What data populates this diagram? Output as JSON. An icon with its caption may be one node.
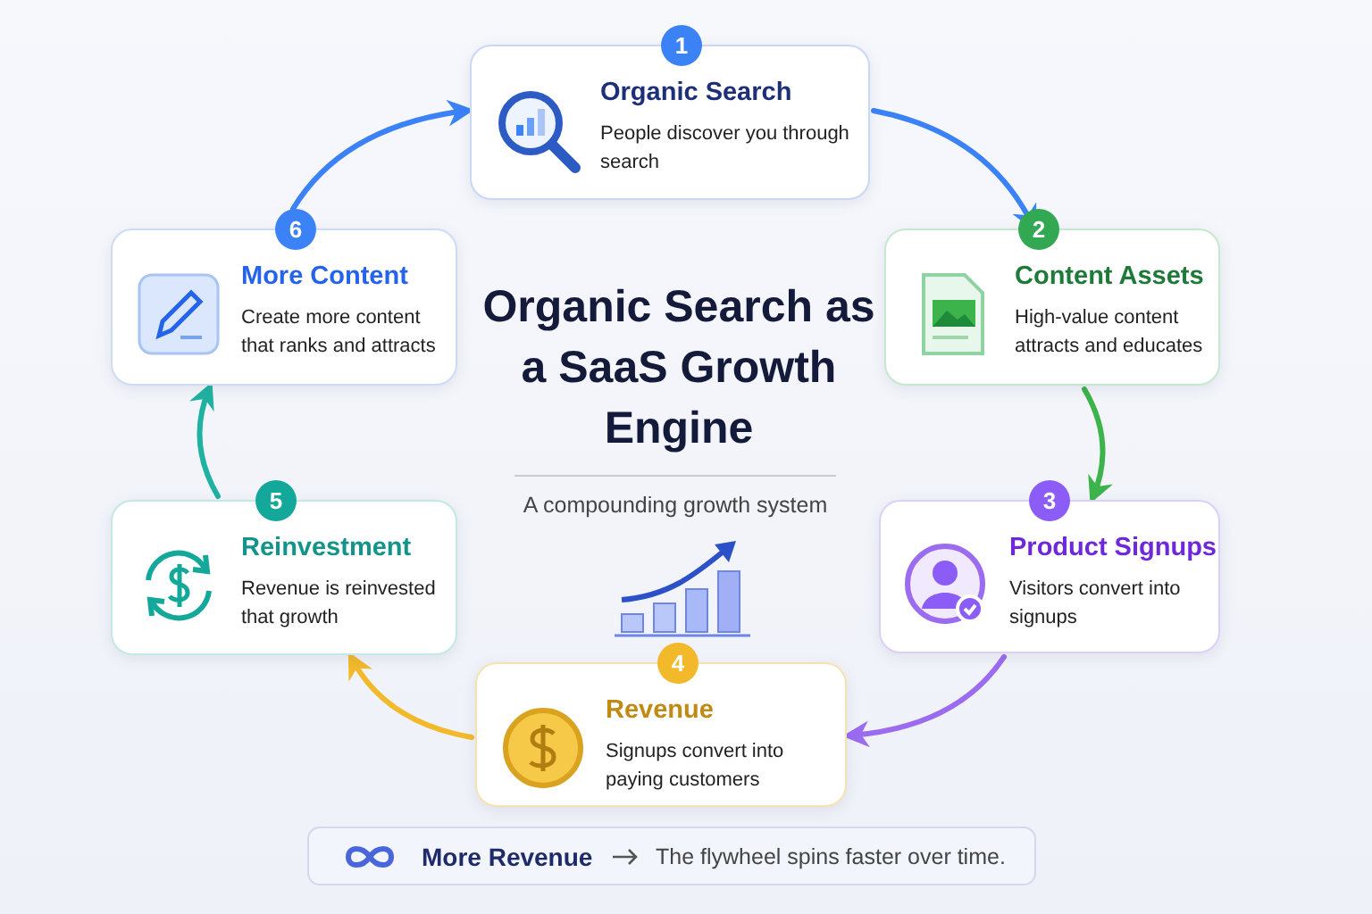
{
  "diagram": {
    "title": "Organic Search as a SaaS Growth Engine",
    "caption": "A compounding growth system",
    "nodes": [
      {
        "text": [
          "1",
          "Organic Search",
          "People discover you through search"
        ]
      },
      {
        "text": [
          "2",
          "Content Assets",
          "High-value content attracts and educates"
        ]
      },
      {
        "text": [
          "3",
          "Product Signups",
          "Visitors convert into signups"
        ]
      },
      {
        "text": [
          "4",
          "Revenue",
          "Signups convert into paying customers"
        ]
      },
      {
        "text": [
          "5",
          "Reinvestment",
          "Revenue is reinvested that growth"
        ]
      },
      {
        "text": [
          "6",
          "More Content",
          "Create more content that ranks and attracts"
        ]
      },
      {
        "text": [
          "More Revenue",
          "The flywheel spins faster over time."
        ]
      }
    ],
    "edges": [
      {
        "from": 0,
        "to": 1,
        "arrow": "to",
        "color": "#3b82f6"
      },
      {
        "from": 1,
        "to": 2,
        "arrow": "to",
        "color": "#3cb44b"
      },
      {
        "from": 2,
        "to": 3,
        "arrow": "to",
        "color": "#9b6cf0"
      },
      {
        "from": 3,
        "to": 4,
        "arrow": "to",
        "color": "#f2b92b"
      },
      {
        "from": 4,
        "to": 5,
        "arrow": "to",
        "color": "#20b2a0"
      },
      {
        "from": 5,
        "to": 0,
        "arrow": "to",
        "color": "#3b82f6"
      }
    ]
  }
}
